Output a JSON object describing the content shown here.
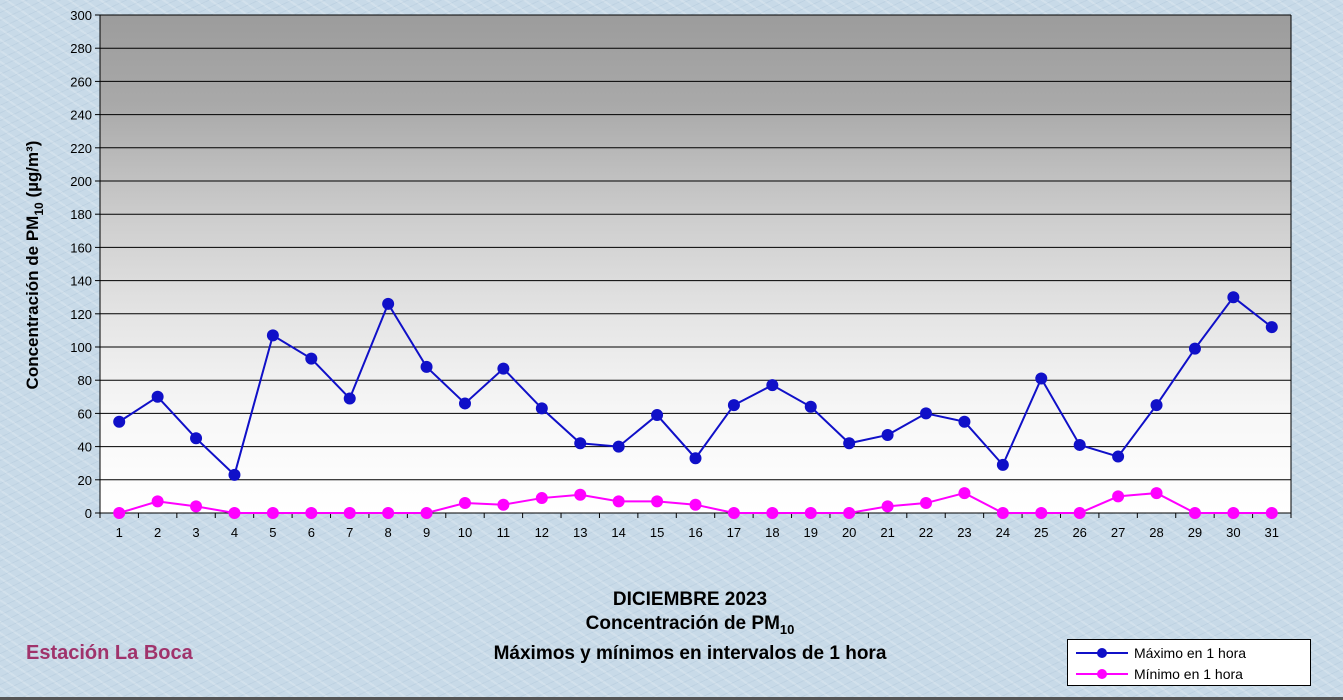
{
  "chart_data": {
    "type": "line",
    "title": "DICIEMBRE 2023",
    "subtitle_main": "Concentración de PM",
    "subtitle_sub": "10",
    "subtitle2": "Máximos y mínimos en intervalos de 1 hora",
    "ylabel_main": "Concentración de PM",
    "ylabel_sub": "10",
    "ylabel_unit": " (µg/m³)",
    "xlabel": "",
    "ylim": [
      0,
      300
    ],
    "ystep": 20,
    "x": [
      1,
      2,
      3,
      4,
      5,
      6,
      7,
      8,
      9,
      10,
      11,
      12,
      13,
      14,
      15,
      16,
      17,
      18,
      19,
      20,
      21,
      22,
      23,
      24,
      25,
      26,
      27,
      28,
      29,
      30,
      31
    ],
    "series": [
      {
        "name": "Máximo en 1 hora",
        "color": "#1010c8",
        "values": [
          55,
          70,
          45,
          23,
          107,
          93,
          69,
          126,
          88,
          66,
          87,
          63,
          42,
          40,
          59,
          33,
          65,
          77,
          64,
          42,
          47,
          60,
          55,
          29,
          81,
          41,
          34,
          65,
          99,
          130,
          112
        ]
      },
      {
        "name": "Mínimo en 1 hora",
        "color": "#ff00ff",
        "values": [
          0,
          7,
          4,
          0,
          0,
          0,
          0,
          0,
          0,
          6,
          5,
          9,
          11,
          7,
          7,
          5,
          0,
          0,
          0,
          0,
          4,
          6,
          12,
          0,
          0,
          0,
          10,
          12,
          0,
          0,
          0
        ]
      }
    ],
    "grid": true,
    "legend_position": "bottom-right"
  },
  "station": "Estación La Boca"
}
